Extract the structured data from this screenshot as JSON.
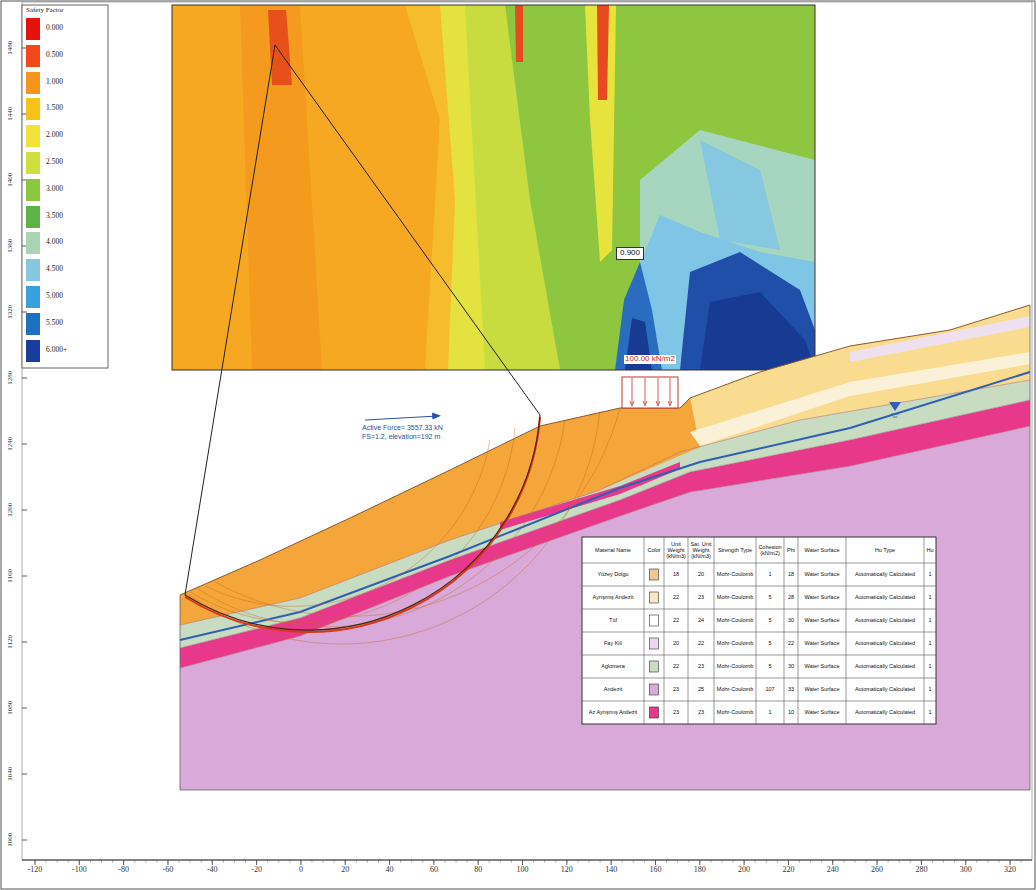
{
  "diagram": {
    "nodes": [
      {
        "text": [
          "0.900"
        ]
      }
    ],
    "labels": [
      "Safety Factor",
      "100.00 kN/m2",
      "Active Force= 3557.33 kN",
      "FS=1.2, elevation=192 m",
      "Material Name",
      "Color",
      "Unit Weight (kN/m3)",
      "Sat. Unit Weight (kN/m3)",
      "Strength Type",
      "Cohesion (kN/m2)",
      "Phi",
      "Water Surface",
      "Hu Type",
      "Hu",
      "Yüzey Dolgu",
      "18",
      "20",
      "Mohr-Coulomb",
      "1",
      "18",
      "Water Surface",
      "Automatically Calculated",
      "1",
      "Ayrışmış Andezit",
      "22",
      "23",
      "Mohr-Coulomb",
      "5",
      "28",
      "Water Surface",
      "Automatically Calculated",
      "1",
      "Tüf",
      "22",
      "24",
      "Mohr-Coulomb",
      "5",
      "30",
      "Water Surface",
      "Automatically Calculated",
      "1",
      "Fay Kili",
      "20",
      "22",
      "Mohr-Coulomb",
      "5",
      "22",
      "Water Surface",
      "Automatically Calculated",
      "1",
      "Aglomera",
      "22",
      "23",
      "Mohr-Coulomb",
      "5",
      "30",
      "Water Surface",
      "Automatically Calculated",
      "1",
      "Andezit",
      "23",
      "25",
      "Mohr-Coulomb",
      "107",
      "33",
      "Water Surface",
      "Automatically Calculated",
      "1",
      "Az Ayrışmış Andezit",
      "23",
      "23",
      "Mohr-Coulomb",
      "1",
      "10",
      "Water Surface",
      "Automatically Calculated",
      "1",
      "-120",
      "-100",
      "-80",
      "-60",
      "-40",
      "-20",
      "0",
      "20",
      "40",
      "60",
      "80",
      "100",
      "120",
      "140",
      "160",
      "180",
      "200",
      "220",
      "240",
      "260",
      "280",
      "300",
      "320",
      "1480",
      "1440",
      "1400",
      "1360",
      "1320",
      "1280",
      "1240",
      "1200",
      "1160",
      "1120",
      "1080",
      "1040",
      "1000"
    ],
    "legend": [
      {
        "text": "0.000",
        "color": "#e3120b"
      },
      {
        "text": "0.500",
        "color": "#f04a1c"
      },
      {
        "text": "1.000",
        "color": "#f7941d"
      },
      {
        "text": "1.500",
        "color": "#f9c21a"
      },
      {
        "text": "2.000",
        "color": "#f2e33a"
      },
      {
        "text": "2.500",
        "color": "#cfe03c"
      },
      {
        "text": "3.000",
        "color": "#8cc63f"
      },
      {
        "text": "3.500",
        "color": "#5fb246"
      },
      {
        "text": "4.000",
        "color": "#a9d5b5"
      },
      {
        "text": "4.500",
        "color": "#86c7e0"
      },
      {
        "text": "5.000",
        "color": "#3aa0dc"
      },
      {
        "text": "5.500",
        "color": "#1f6fc1"
      },
      {
        "text": "6.000+",
        "color": "#1a3d9c"
      }
    ]
  }
}
